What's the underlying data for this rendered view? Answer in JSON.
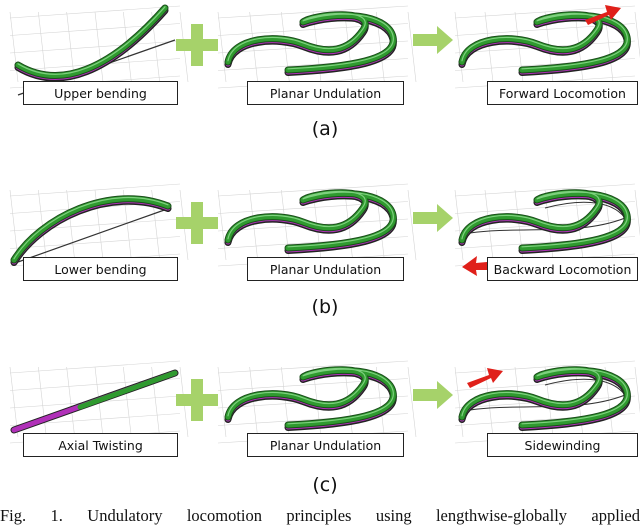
{
  "figure": {
    "rows": [
      {
        "caption": "(a)",
        "panels": [
          "Upper bending",
          "Planar Undulation",
          "Forward Locomotion"
        ],
        "bend_icon": "upper-bend-rod-icon",
        "arrow": "forward-arrow-icon"
      },
      {
        "caption": "(b)",
        "panels": [
          "Lower bending",
          "Planar Undulation",
          "Backward Locomotion"
        ],
        "bend_icon": "lower-bend-rod-icon",
        "arrow": "backward-arrow-icon"
      },
      {
        "caption": "(c)",
        "panels": [
          "Axial Twisting",
          "Planar Undulation",
          "Sidewinding"
        ],
        "bend_icon": "twisted-rod-icon",
        "arrow": "sidewinding-arrow-icon"
      }
    ],
    "caption": "Fig. 1.  Undulatory locomotion principles using lengthwise-globally applied"
  },
  "colors": {
    "rod_green": "#2f9a2f",
    "rod_magenta": "#b030b8",
    "plus": "#a6d26a",
    "arrow": "#a6d26a",
    "motion_arrow": "#e0201a",
    "grid": "#d4d4d4"
  }
}
